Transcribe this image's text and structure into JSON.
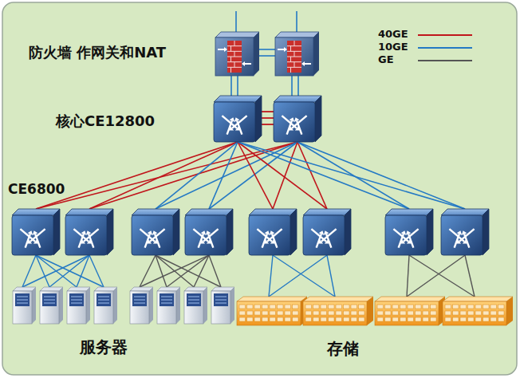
{
  "diagram": {
    "labels": [
      "防火墙 作网关和NAT",
      "核心CE12800",
      "CE6800",
      "服务器",
      "存储"
    ],
    "legend": [
      {
        "text": "40GE"
      },
      {
        "text": "10GE"
      },
      {
        "text": "GE"
      }
    ]
  }
}
